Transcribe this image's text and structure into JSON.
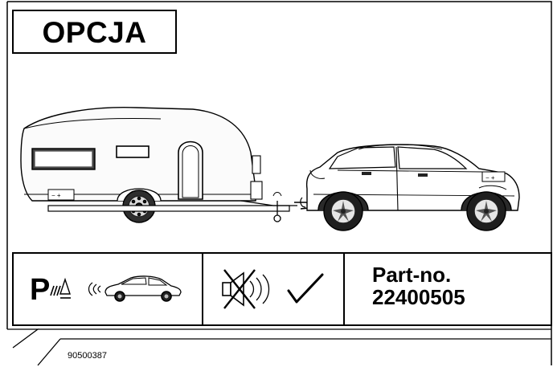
{
  "header": {
    "option_label": "OPCJA"
  },
  "panels": {
    "parking_sensor": {
      "letter": "P",
      "icon": "parking-sensor-car-icon"
    },
    "mute": {
      "icon": "speaker-muted-icon",
      "check_icon": "checkmark-icon"
    },
    "part": {
      "label": "Part-no.",
      "number": "22400505"
    }
  },
  "footer": {
    "document_id": "90500387"
  }
}
